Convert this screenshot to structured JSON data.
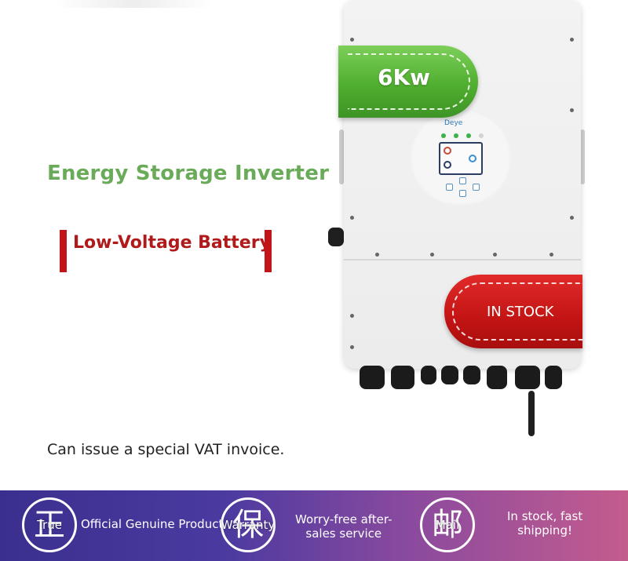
{
  "headline": "Energy Storage Inverter",
  "battery_label": "Low-Voltage Battery",
  "vat_note": "Can issue a special VAT invoice.",
  "device": {
    "power_badge": "6Kw",
    "stock_badge": "IN STOCK",
    "brand": "Deye"
  },
  "colors": {
    "green_accent": "#6aab59",
    "red_accent": "#c3141a",
    "footer_left": "#3a2f8e",
    "footer_right": "#c45c8e"
  },
  "footer": {
    "badges": [
      {
        "icon": "genuine-icon",
        "glyph": "正",
        "overlay": "True"
      },
      {
        "icon": "warranty-icon",
        "glyph": "保",
        "overlay": "Warranty"
      },
      {
        "icon": "shipping-icon",
        "glyph": "邮",
        "overlay": "Mail"
      }
    ],
    "genuine_text": "Official Genuine Product",
    "service_line1": "Worry-free after-",
    "service_line2": "sales service",
    "stock_line1": "In stock, fast",
    "stock_line2": "shipping!"
  }
}
